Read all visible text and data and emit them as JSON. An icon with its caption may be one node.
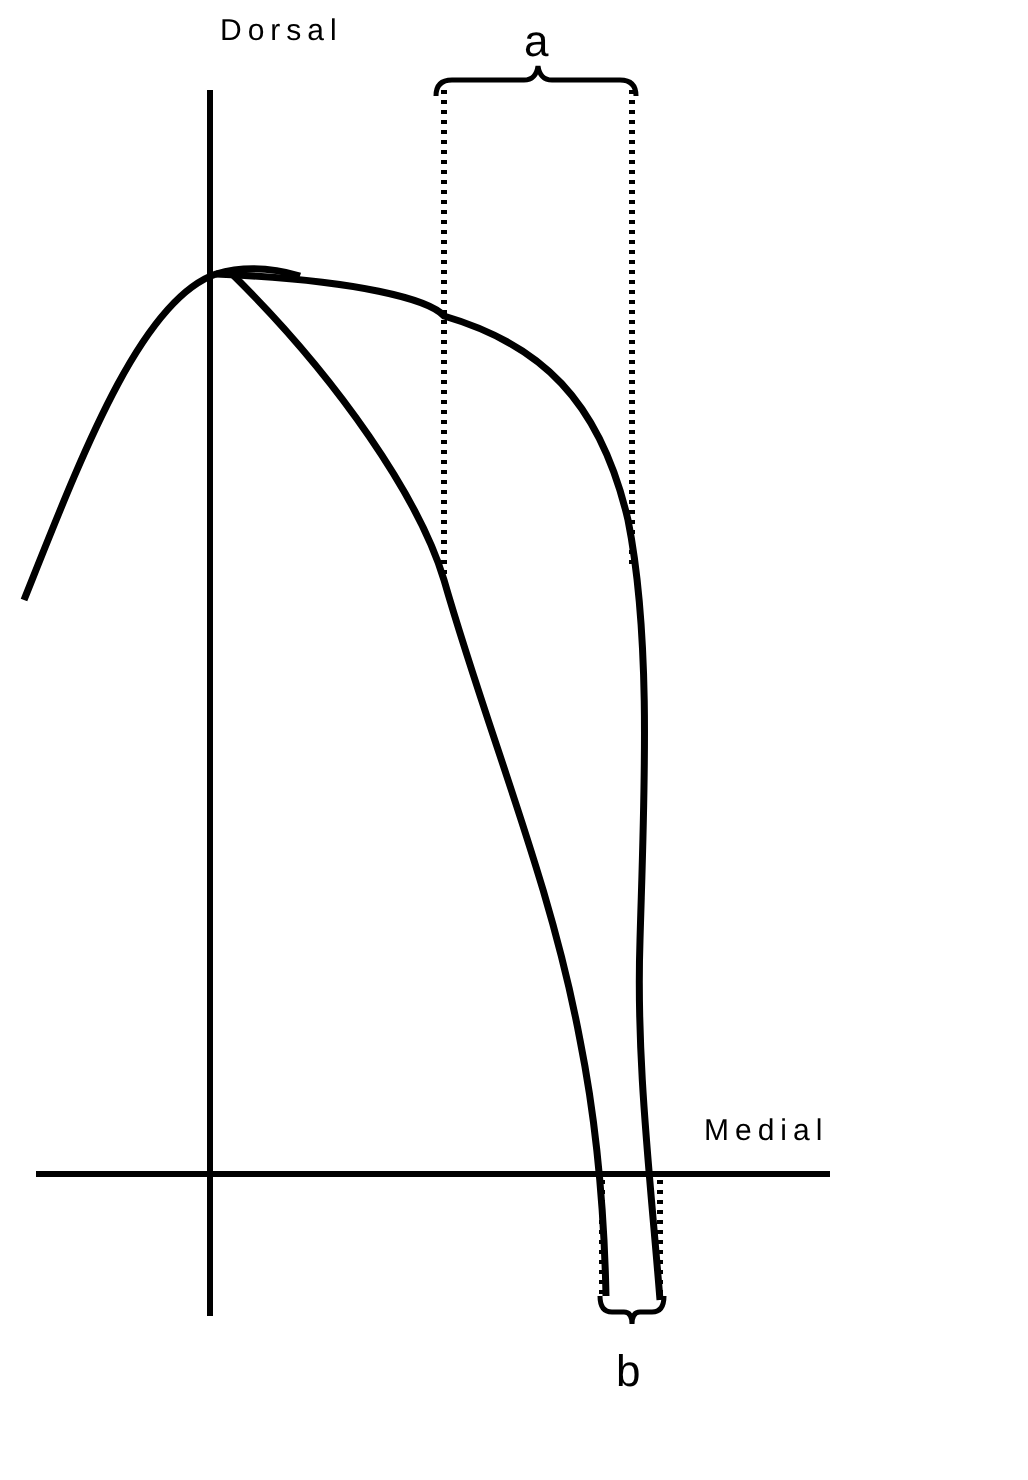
{
  "diagram": {
    "labels": [
      "Dorsal",
      "a",
      "Medial",
      "b"
    ]
  }
}
